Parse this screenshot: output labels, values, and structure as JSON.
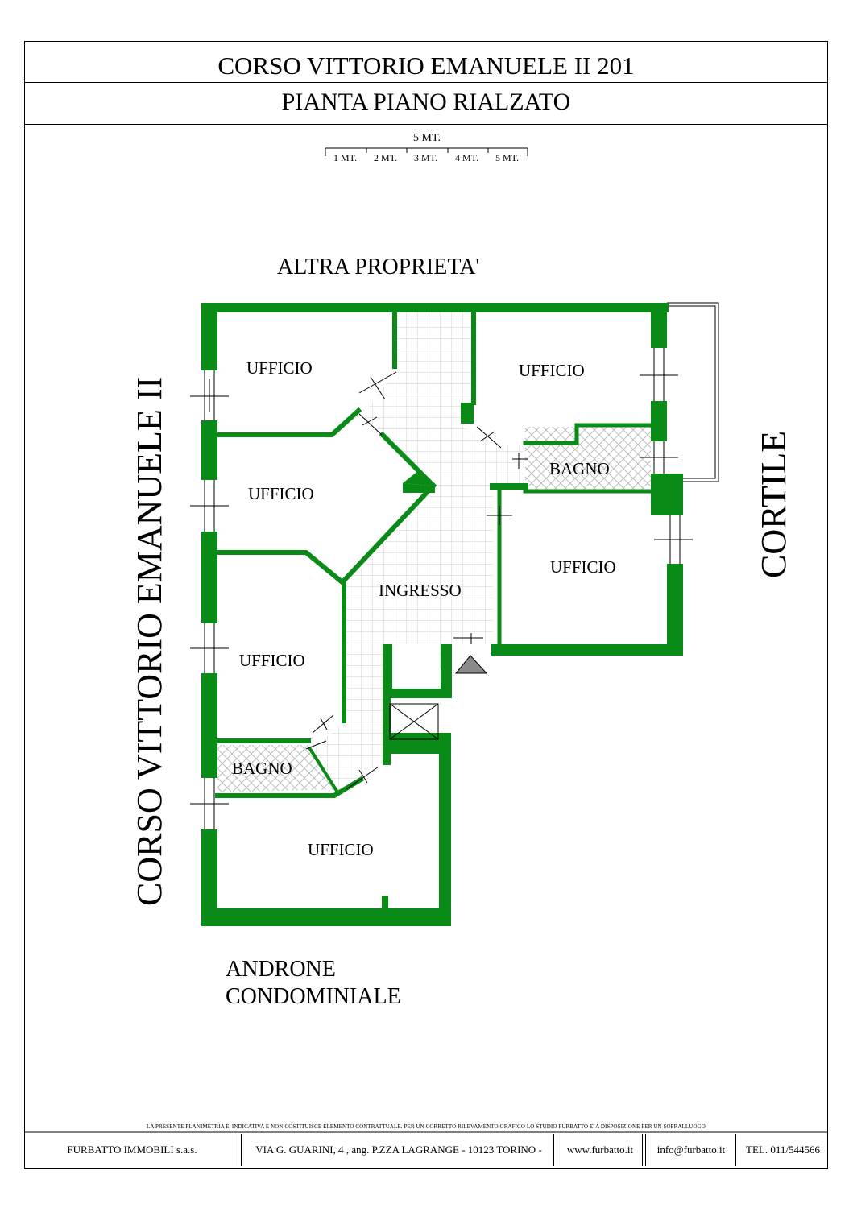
{
  "header": {
    "address": "CORSO VITTORIO EMANUELE II 201",
    "plan_title": "PIANTA PIANO RIALZATO"
  },
  "scale": {
    "total": "5 MT.",
    "ticks": [
      "1 MT.",
      "2 MT.",
      "3 MT.",
      "4 MT.",
      "5 MT."
    ]
  },
  "surroundings": {
    "top": "ALTRA PROPRIETA'",
    "left": "CORSO VITTORIO EMANUELE II",
    "right": "CORTILE",
    "bottom_line1": "ANDRONE",
    "bottom_line2": "CONDOMINIALE"
  },
  "rooms": {
    "ufficio_top_left": "UFFICIO",
    "ufficio_mid_left": "UFFICIO",
    "ufficio_lower_left": "UFFICIO",
    "bagno_left": "BAGNO",
    "ufficio_bottom": "UFFICIO",
    "ufficio_top_right": "UFFICIO",
    "bagno_right": "BAGNO",
    "ufficio_right": "UFFICIO",
    "ingresso": "INGRESSO"
  },
  "disclaimer": "LA PRESENTE PLANIMETRIA E' INDICATIVA E NON COSTITUISCE ELEMENTO CONTRATTUALE. PER UN CORRETTO RILEVAMENTO GRAFICO LO STUDIO FURBATTO E' A DISPOSIZIONE PER UN SOPRALLUOGO",
  "footer": {
    "company": "FURBATTO IMMOBILI s.a.s.",
    "address": "VIA G. GUARINI, 4 , ang. P.ZZA LAGRANGE - 10123 TORINO -",
    "website": "www.furbatto.it",
    "email": "info@furbatto.it",
    "phone": "TEL. 011/544566"
  },
  "colors": {
    "wall": "#0a8a16",
    "tile_line": "#c8c8c8",
    "ink": "#000000"
  }
}
